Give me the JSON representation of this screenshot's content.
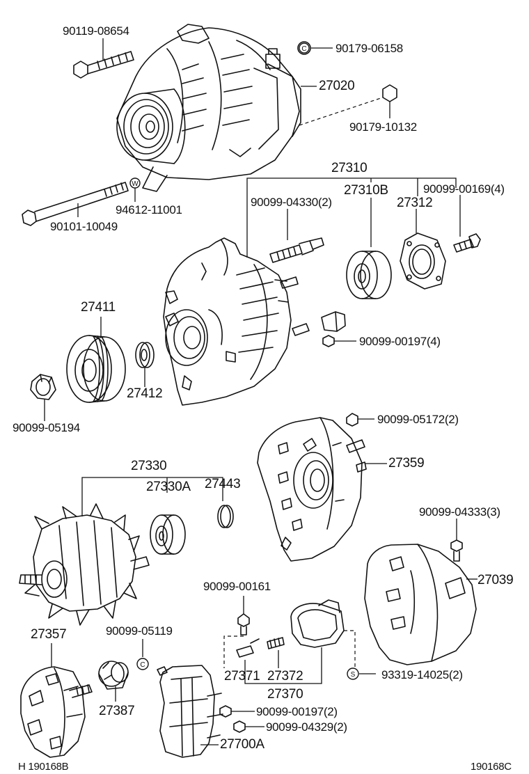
{
  "labels": {
    "bolt_90119_08654": "90119-08654",
    "cap_90179_06158": "90179-06158",
    "alternator_27020": "27020",
    "cap_90179_10132": "90179-10132",
    "kit_27310": "27310",
    "stud_90099_04330": "90099-04330(2)",
    "bearing_27310B": "27310B",
    "screw_90099_00169": "90099-00169(4)",
    "retainer_27312": "27312",
    "washer_94612_11001": "94612-11001",
    "bolt_90101_10049": "90101-10049",
    "pulley_27411": "27411",
    "screw_90099_00197_4": "90099-00197(4)",
    "collar_27412": "27412",
    "nut_90099_05194": "90099-05194",
    "nut_90099_05172": "90099-05172(2)",
    "frame_27359": "27359",
    "rotor_27330": "27330",
    "bearing_27330A": "27330A",
    "cover_27443": "27443",
    "screw_90099_04333": "90099-04333(3)",
    "cover_27039": "27039",
    "screw_90099_00161": "90099-00161",
    "rectifier_27357": "27357",
    "nut_90099_05119": "90099-05119",
    "insulator_27387": "27387",
    "brush_27371": "27371",
    "spring_27372": "27372",
    "holder_27370": "27370",
    "screw_93319_14025": "93319-14025(2)",
    "screw_90099_00197_2": "90099-00197(2)",
    "screw_90099_04329": "90099-04329(2)",
    "regulator_27700A": "27700A",
    "ref_left": "H 190168B",
    "ref_right": "190168C"
  },
  "markers": {
    "cap": "C",
    "washer": "W",
    "screw": "S"
  }
}
